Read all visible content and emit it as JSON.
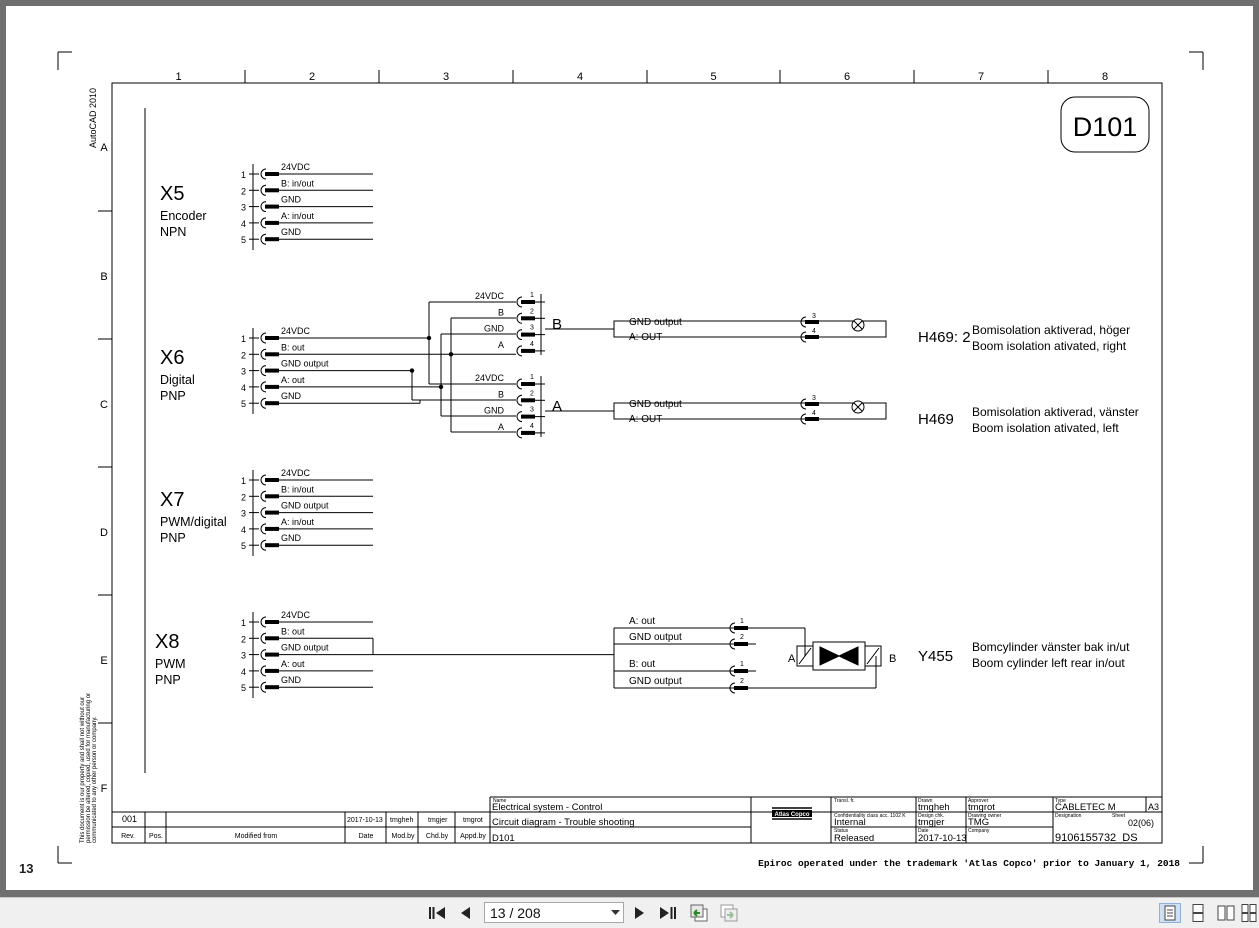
{
  "viewer": {
    "page_label": "13",
    "page_indicator": "13 / 208",
    "icons": {
      "first": "first-page-icon",
      "prev": "prev-page-icon",
      "next": "next-page-icon",
      "last": "last-page-icon",
      "back": "back-view-icon",
      "forward": "forward-view-icon",
      "single": "single-page-view-icon",
      "continuous": "continuous-view-icon",
      "facing": "facing-view-icon",
      "facing_continuous": "facing-continuous-view-icon"
    }
  },
  "drawing": {
    "col_numbers": [
      "1",
      "2",
      "3",
      "4",
      "5",
      "6",
      "7",
      "8"
    ],
    "row_letters": [
      "A",
      "B",
      "C",
      "D",
      "E",
      "F"
    ],
    "side_software": "AutoCAD 2010",
    "side_note_1": "This document is our property and shall not without our",
    "side_note_2": "permission be altered, copied, used for manufacturing or",
    "side_note_3": "communicated to any other person or company.",
    "drawing_id": "D101",
    "connectors": [
      {
        "id": "X5",
        "line1": "Encoder",
        "line2": "NPN",
        "pins": [
          "24VDC",
          "B: in/out",
          "GND",
          "A: in/out",
          "GND"
        ]
      },
      {
        "id": "X6",
        "line1": "Digital",
        "line2": "PNP",
        "pins": [
          "24VDC",
          "B: out",
          "GND output",
          "A: out",
          "GND"
        ]
      },
      {
        "id": "X7",
        "line1": "PWM/digital",
        "line2": "PNP",
        "pins": [
          "24VDC",
          "B: in/out",
          "GND output",
          "A: in/out",
          "GND"
        ]
      },
      {
        "id": "X8",
        "line1": "PWM",
        "line2": "PNP",
        "pins": [
          "24VDC",
          "B: out",
          "GND output",
          "A: out",
          "GND"
        ]
      }
    ],
    "pin_numbers": [
      "1",
      "2",
      "3",
      "4",
      "5"
    ],
    "sub_connectors": [
      {
        "label": "B",
        "pins": [
          "24VDC",
          "B",
          "GND",
          "A"
        ]
      },
      {
        "label": "A",
        "pins": [
          "24VDC",
          "B",
          "GND",
          "A"
        ]
      }
    ],
    "sub_pin_numbers": [
      "1",
      "2",
      "3",
      "4"
    ],
    "lamp_outputs": [
      {
        "ref": "H469: 2",
        "wire1": "GND output",
        "wire2": "A: OUT",
        "pin_a": "3",
        "pin_b": "4",
        "desc_sv": "Bomisolation aktiverad, höger",
        "desc_en": "Boom isolation ativated, right"
      },
      {
        "ref": "H469",
        "wire1": "GND output",
        "wire2": "A: OUT",
        "pin_a": "3",
        "pin_b": "4",
        "desc_sv": "Bomisolation aktiverad, vänster",
        "desc_en": "Boom isolation ativated, left"
      }
    ],
    "valve": {
      "ref": "Y455",
      "wires": [
        "A: out",
        "GND output",
        "B: out",
        "GND output"
      ],
      "pins": [
        "1",
        "2",
        "1",
        "2"
      ],
      "side_a": "A",
      "side_b": "B",
      "desc_sv": "Bomcylinder vänster bak in/ut",
      "desc_en": "Boom cylinder left rear in/out"
    },
    "title_block": {
      "name_label": "Name",
      "name": "Electrical system - Control",
      "desc": "Circuit diagram - Trouble shooting",
      "drawing": "D101",
      "logo": "Atlas Copco",
      "transl_label": "Transl. fr.",
      "confid_label": "Confidentiality class acc. 1102 K",
      "confid": "Internal",
      "status_label": "Status",
      "status": "Released",
      "drawn_label": "Drawn",
      "drawn": "tmgheh",
      "design_label": "Design chk.",
      "design": "tmgjer",
      "date_label": "Date",
      "date": "2017-10-13",
      "approver_label": "Approver",
      "approver": "tmgrot",
      "owner_label": "Drawing owner",
      "owner": "TMG",
      "company_label": "Company",
      "type_label": "Type",
      "type": "CABLETEC M",
      "size": "A3",
      "designation_label": "Designation",
      "sheet_label": "Sheet",
      "sheet": "02(06)",
      "doc_number": "9106155732_DS",
      "rev_value": "001",
      "rev_date": "2017-10-13",
      "rev_mod": "tmgheh",
      "rev_chd": "tmgjer",
      "rev_appd": "tmgrot",
      "h_rev": "Rev.",
      "h_pos": "Pos.",
      "h_modified": "Modified from",
      "h_date": "Date",
      "h_mod": "Mod.by",
      "h_chd": "Chd.by",
      "h_appd": "Appd.by"
    },
    "footer_note": "Epiroc operated under the trademark 'Atlas Copco' prior to January 1, 2018"
  }
}
